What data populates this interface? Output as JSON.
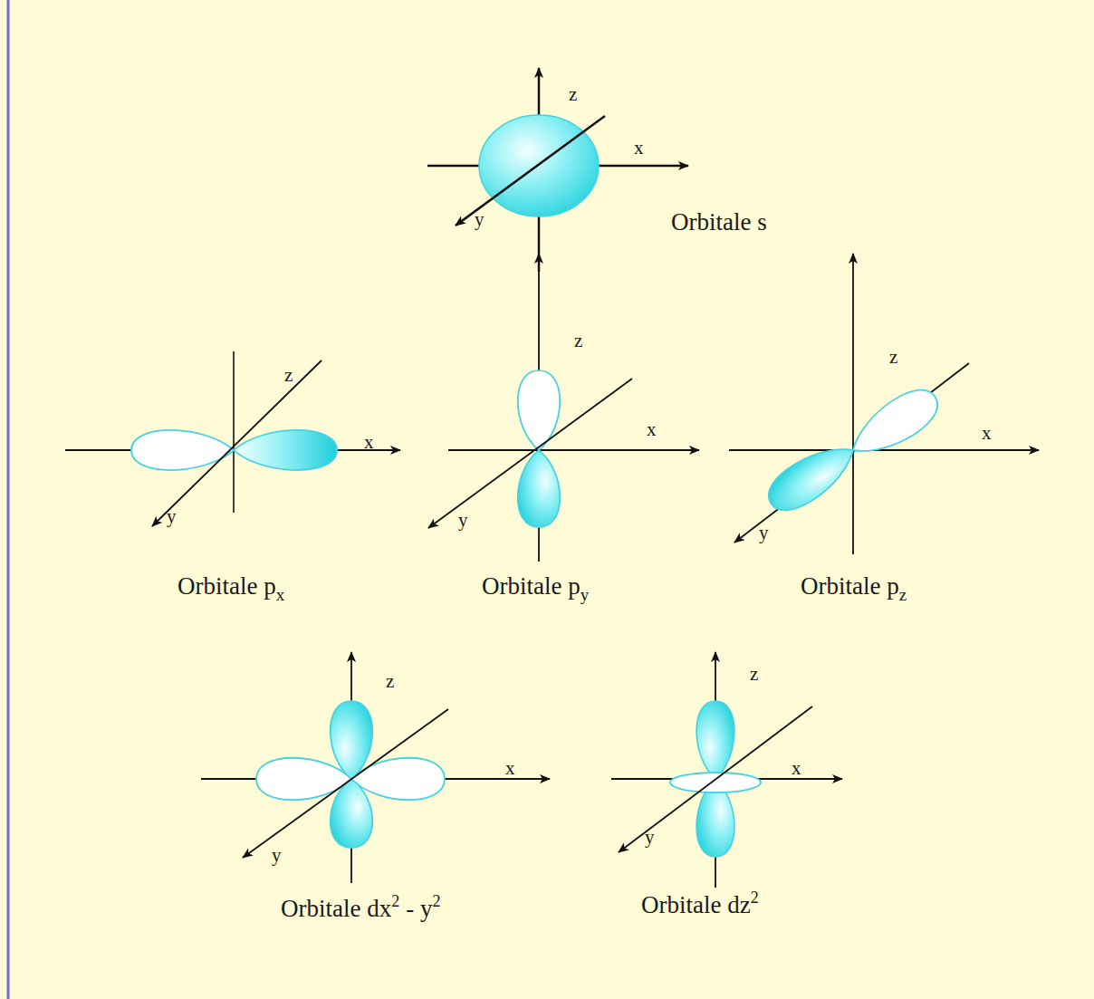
{
  "diagram": {
    "labels": [
      "z",
      "x",
      "y",
      "Orbitale s",
      "z",
      "x",
      "y",
      "Orbitale p",
      "x",
      "z",
      "x",
      "y",
      "Orbitale p",
      "y",
      "z",
      "x",
      "y",
      "Orbitale p",
      "z",
      "z",
      "x",
      "y",
      "Orbitale dx",
      "2",
      "- y",
      "2",
      "z",
      "x",
      "y",
      "Orbitale dz",
      "2"
    ]
  }
}
